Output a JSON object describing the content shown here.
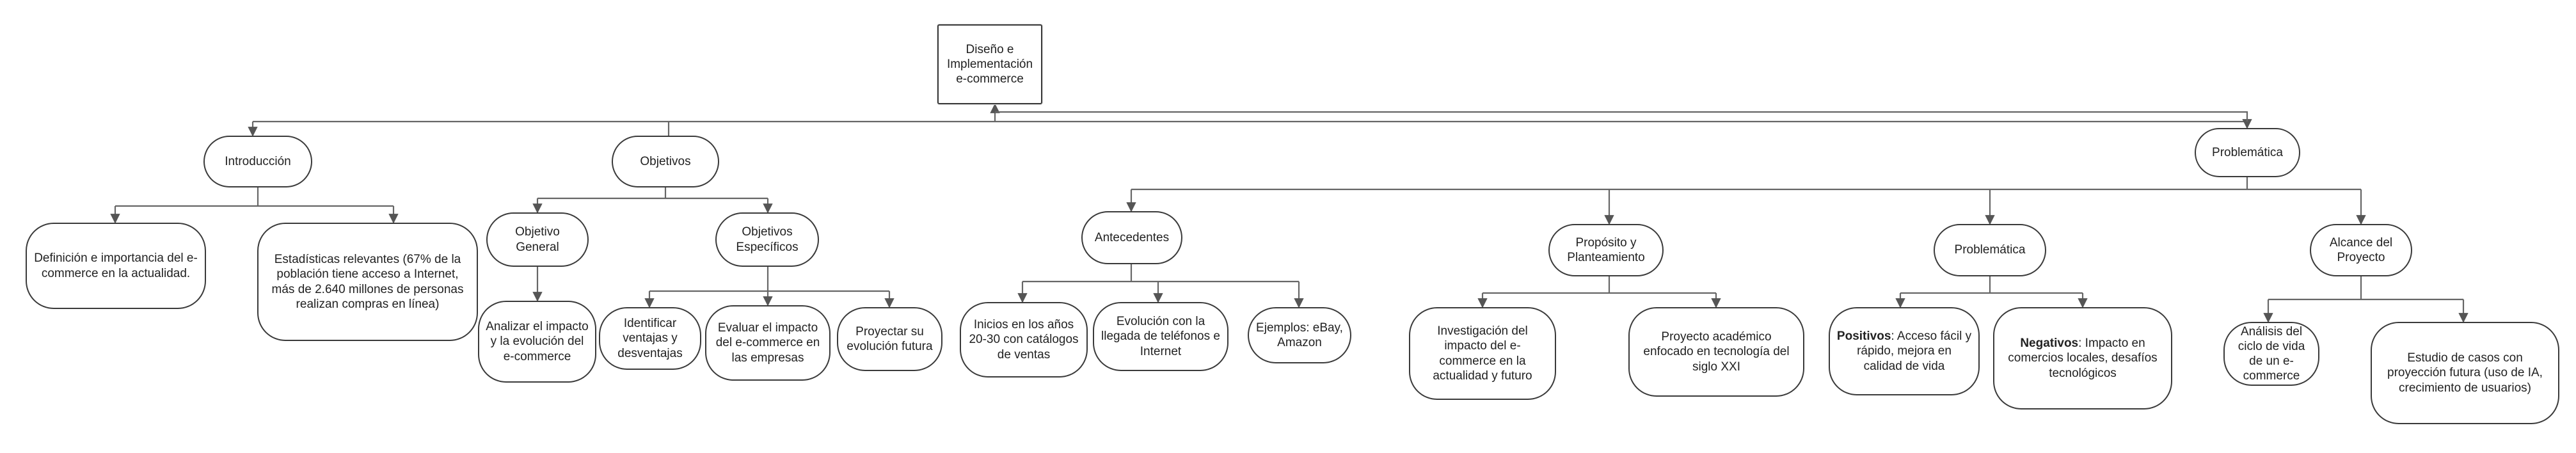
{
  "root": {
    "line1": "Diseño e",
    "line2": "Implementación",
    "line3": "e-commerce"
  },
  "introduccion": {
    "label": "Introducción",
    "definicion": "Definición e importancia del e-commerce en la actualidad.",
    "estadisticas": "Estadísticas relevantes (67% de la población tiene acceso a Internet, más de 2.640 millones de personas realizan compras en línea)"
  },
  "objetivos": {
    "label": "Objetivos",
    "general": {
      "label": "Objetivo General",
      "item": "Analizar el impacto y la evolución del e-commerce"
    },
    "especificos": {
      "label": "Objetivos Específicos",
      "items": [
        "Identificar ventajas y desventajas",
        "Evaluar el impacto del e-commerce en las empresas",
        "Proyectar su evolución futura"
      ]
    }
  },
  "problematica": {
    "label": "Problemática",
    "antecedentes": {
      "label": "Antecedentes",
      "items": [
        "Inicios en los años 20-30 con catálogos de ventas",
        "Evolución con la llegada de teléfonos e Internet",
        "Ejemplos: eBay, Amazon"
      ]
    },
    "proposito": {
      "label": "Propósito y Planteamiento",
      "items": [
        "Investigación del impacto del e-commerce en la actualidad y futuro",
        "Proyecto académico enfocado en tecnología del siglo XXI"
      ]
    },
    "problematica_sub": {
      "label": "Problemática",
      "positivos_label": "Positivos",
      "positivos_text": ": Acceso fácil y rápido, mejora en calidad de vida",
      "negativos_label": "Negativos",
      "negativos_text": ": Impacto en comercios locales, desafíos tecnológicos"
    },
    "alcance": {
      "label": "Alcance del Proyecto",
      "items": [
        "Análisis del ciclo de vida de un e-commerce",
        "Estudio de casos con proyección futura (uso de IA, crecimiento de usuarios)"
      ]
    }
  }
}
